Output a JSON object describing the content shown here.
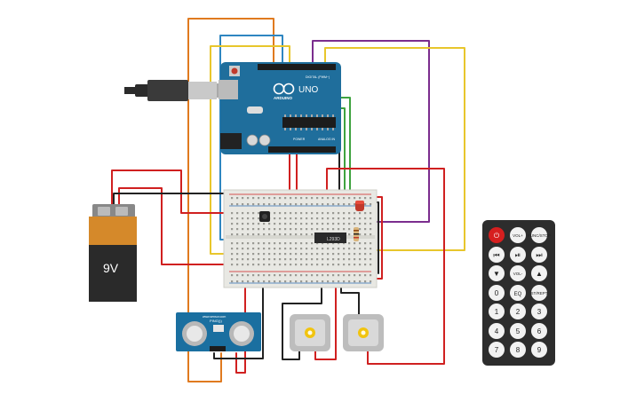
{
  "arduino": {
    "logo": "ARDUINO",
    "model": "UNO",
    "digital_label": "DIGITAL (PWM~)",
    "power_label": "POWER",
    "analog_label": "ANALOG IN"
  },
  "battery": {
    "label": "9V"
  },
  "driver_chip": {
    "label": "L293D"
  },
  "ultrasonic": {
    "name": "PING))) ",
    "site": "www.sensor.com",
    "model_label": "PING)))"
  },
  "remote": {
    "buttons": [
      {
        "label": "⏻",
        "icon": "power-icon"
      },
      {
        "label": "VOL+"
      },
      {
        "label": "FUNC/STOP"
      },
      {
        "label": "⏮",
        "icon": "skip-back-icon"
      },
      {
        "label": "⏯",
        "icon": "play-pause-icon"
      },
      {
        "label": "⏭",
        "icon": "skip-forward-icon"
      },
      {
        "label": "▼",
        "icon": "down-icon"
      },
      {
        "label": "VOL-"
      },
      {
        "label": "▲",
        "icon": "up-icon"
      },
      {
        "label": "0"
      },
      {
        "label": "EQ"
      },
      {
        "label": "ST/REPT"
      },
      {
        "label": "1"
      },
      {
        "label": "2"
      },
      {
        "label": "3"
      },
      {
        "label": "4"
      },
      {
        "label": "5"
      },
      {
        "label": "6"
      },
      {
        "label": "7"
      },
      {
        "label": "8"
      },
      {
        "label": "9"
      }
    ]
  },
  "colors": {
    "arduino": "#1f6e9c",
    "breadboard": "#e8e8e3",
    "wire_red": "#d02020",
    "wire_black": "#222222",
    "wire_yellow": "#e8c62c",
    "wire_orange": "#e07a1f",
    "wire_blue": "#2e86c1",
    "wire_purple": "#7b2d8e",
    "wire_green": "#3fa33f",
    "remote_body": "#2d2d2d",
    "ping_body": "#1a6fa0"
  }
}
